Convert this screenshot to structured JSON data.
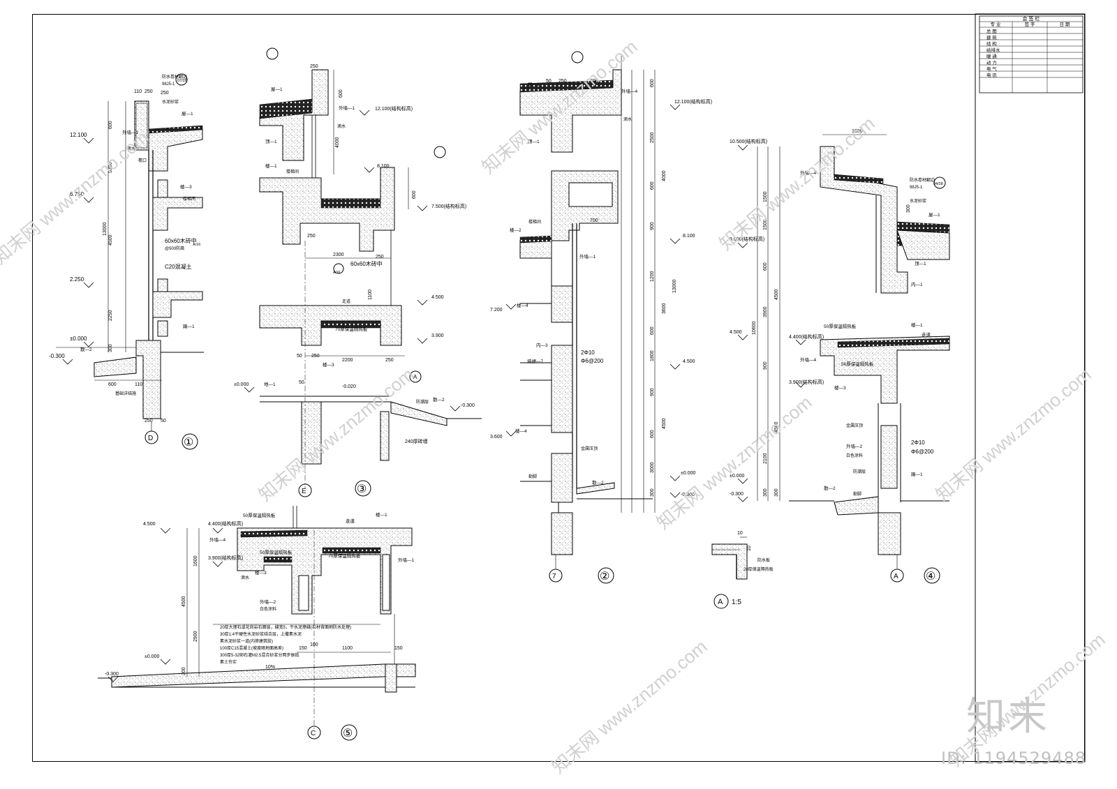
{
  "title_block": {
    "header": "会 签 栏",
    "columns": [
      "专 业",
      "签 字",
      "日 期"
    ],
    "rows": [
      "总 图",
      "建 筑",
      "结 构",
      "给排水",
      "暖 通",
      "动 力",
      "电 气",
      "电 讯"
    ]
  },
  "details": [
    {
      "number": "①",
      "axis": "D"
    },
    {
      "number": "②",
      "axis": "7"
    },
    {
      "number": "③",
      "axis": "E"
    },
    {
      "number": "④",
      "axis": "A"
    },
    {
      "number": "⑤",
      "axis": "C"
    }
  ],
  "detail_a_scale": "1:5",
  "detail_a_label": "A",
  "elevations_1": [
    "12.100",
    "6.750",
    "2.250",
    "±0.000",
    "-0.300"
  ],
  "elevations_3": [
    "12.100(结构标高)",
    "8.100",
    "7.500(结构标高)",
    "4.500",
    "3.900",
    "±0.000",
    "-0.020",
    "-0.300"
  ],
  "elevations_2": [
    "12.100(结构标高)",
    "8.100",
    "7.200",
    "4.500",
    "3.600",
    "±0.000",
    "-0.300"
  ],
  "elevations_4": [
    "10.500(结构标高)",
    "9.000(结构标高)",
    "4.500",
    "4.400(结构标高)",
    "3.900(结构标高)",
    "±0.000",
    "-0.300"
  ],
  "elevations_5": [
    "4.500",
    "4.400(结构标高)",
    "3.900(结构标高)",
    "±0.000",
    "-0.300"
  ],
  "dims_1_vertical": [
    "600",
    "5350",
    "13000",
    "4500",
    "2250",
    "300"
  ],
  "dims_1_horizontal": [
    "110",
    "250",
    "250",
    "600",
    "110",
    "250",
    "50"
  ],
  "dims_3": [
    "250",
    "600",
    "4000",
    "600",
    "250",
    "2300",
    "250",
    "1100",
    "2200",
    "250",
    "50",
    "50",
    "250"
  ],
  "dims_2_vertical": [
    "600",
    "2500",
    "600",
    "900",
    "1200",
    "600",
    "1800",
    "900",
    "600",
    "3000",
    "300",
    "4000",
    "3600",
    "4500",
    "13000"
  ],
  "dims_2_horizontal": [
    "50",
    "250",
    "700",
    "700"
  ],
  "dims_4_vertical": [
    "1500",
    "1500",
    "600",
    "3900",
    "900",
    "4500",
    "2100",
    "300",
    "10600",
    "4500",
    "300"
  ],
  "dims_4_horizontal": [
    "1800",
    "300"
  ],
  "dims_5": [
    "1600",
    "4500",
    "2900",
    "300",
    "150",
    "100",
    "1100",
    "150"
  ],
  "slope_5": "10%",
  "notes_5": [
    "20厚大理石或花岗岩石面层，缝宽5，干水泥擦缝(石材背面刷防水处理)",
    "30厚1:4干硬性水泥砂浆结合层，上撒素水泥",
    "素水泥砂浆一道(内掺建筑胶)",
    "100厚C15混凝土(坡度随地面高差)",
    "300厚5-32卵石灌M2.5混合砂浆分两步振捣",
    "素土夯实"
  ],
  "labels_1": [
    "防水卷材翻边",
    "07/28",
    "98J5-1",
    "水泥砂浆",
    "屋—1",
    "外墙—1",
    "檐口",
    "滴水",
    "楼—3",
    "楼梯间",
    "60x60木砖中",
    "@500防腐",
    "A/16",
    "C20混凝土",
    "踢—1",
    "散—2",
    "基础详结施"
  ],
  "labels_3": [
    "屋—1",
    "外墙—1",
    "滴水",
    "顶—1",
    "楼—1",
    "楼梯间",
    "60x60木砖中",
    "A/16",
    "走道",
    "70厚保温隔热板",
    "楼—3",
    "地—1",
    "散—2",
    "240厚砖墙",
    "防潮层"
  ],
  "labels_2": [
    "屋—1",
    "外墙—4",
    "顶—1",
    "滴水",
    "楼—2",
    "楼梯间",
    "外墙—1",
    "楼—4",
    "内—3",
    "2Φ10",
    "Φ6@200",
    "墙裙—7",
    "楼—4",
    "金属压顶",
    "勒脚",
    "散—2"
  ],
  "labels_4": [
    "外墙—4",
    "防水卷材翻边",
    "04/28",
    "98J5-1",
    "水泥砂浆",
    "屋—1",
    "顶—1",
    "内—1",
    "50厚保温隔热板",
    "走道",
    "楼—1",
    "外墙—4",
    "50厚保温隔热板",
    "楼—3",
    "金属压顶",
    "外墙—2",
    "白色涂料",
    "2Φ10",
    "Φ6@200",
    "防潮层",
    "勒脚",
    "踢—1",
    "散—2"
  ],
  "labels_5": [
    "50厚保温隔热板",
    "走道",
    "楼—1",
    "外墙—4",
    "50厚保温隔热板",
    "70厚保温隔热板",
    "外墙—1",
    "楼—3",
    "滴水",
    "外墙—2",
    "白色涂料"
  ],
  "labels_a": [
    "10",
    "10",
    "防水板",
    "20厚保温隔热板"
  ],
  "watermark": "知末网 www.znzmo.com",
  "brand": "知末",
  "id": "ID: 1194529488",
  "colors": {
    "line": "#000000",
    "hatch": "#555555",
    "watermark": "#cfcfcf"
  }
}
